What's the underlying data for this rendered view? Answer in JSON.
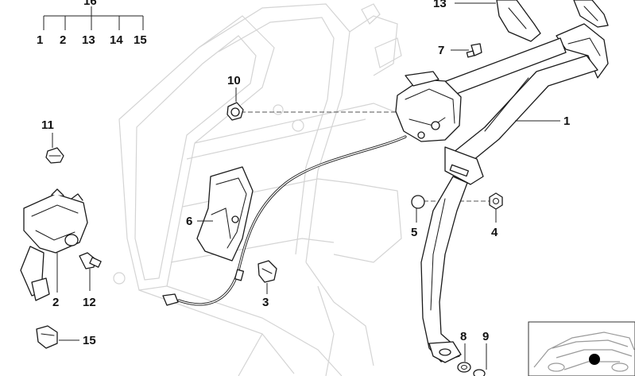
{
  "diagram": {
    "group_label": "16",
    "group_children": [
      "1",
      "2",
      "13",
      "14",
      "15"
    ],
    "callouts": {
      "part_1": "1",
      "part_2": "2",
      "part_3": "3",
      "part_4": "4",
      "part_5": "5",
      "part_6": "6",
      "part_7": "7",
      "part_8": "8",
      "part_9": "9",
      "part_10": "10",
      "part_11": "11",
      "part_12": "12",
      "part_13": "13",
      "part_15": "15"
    }
  }
}
